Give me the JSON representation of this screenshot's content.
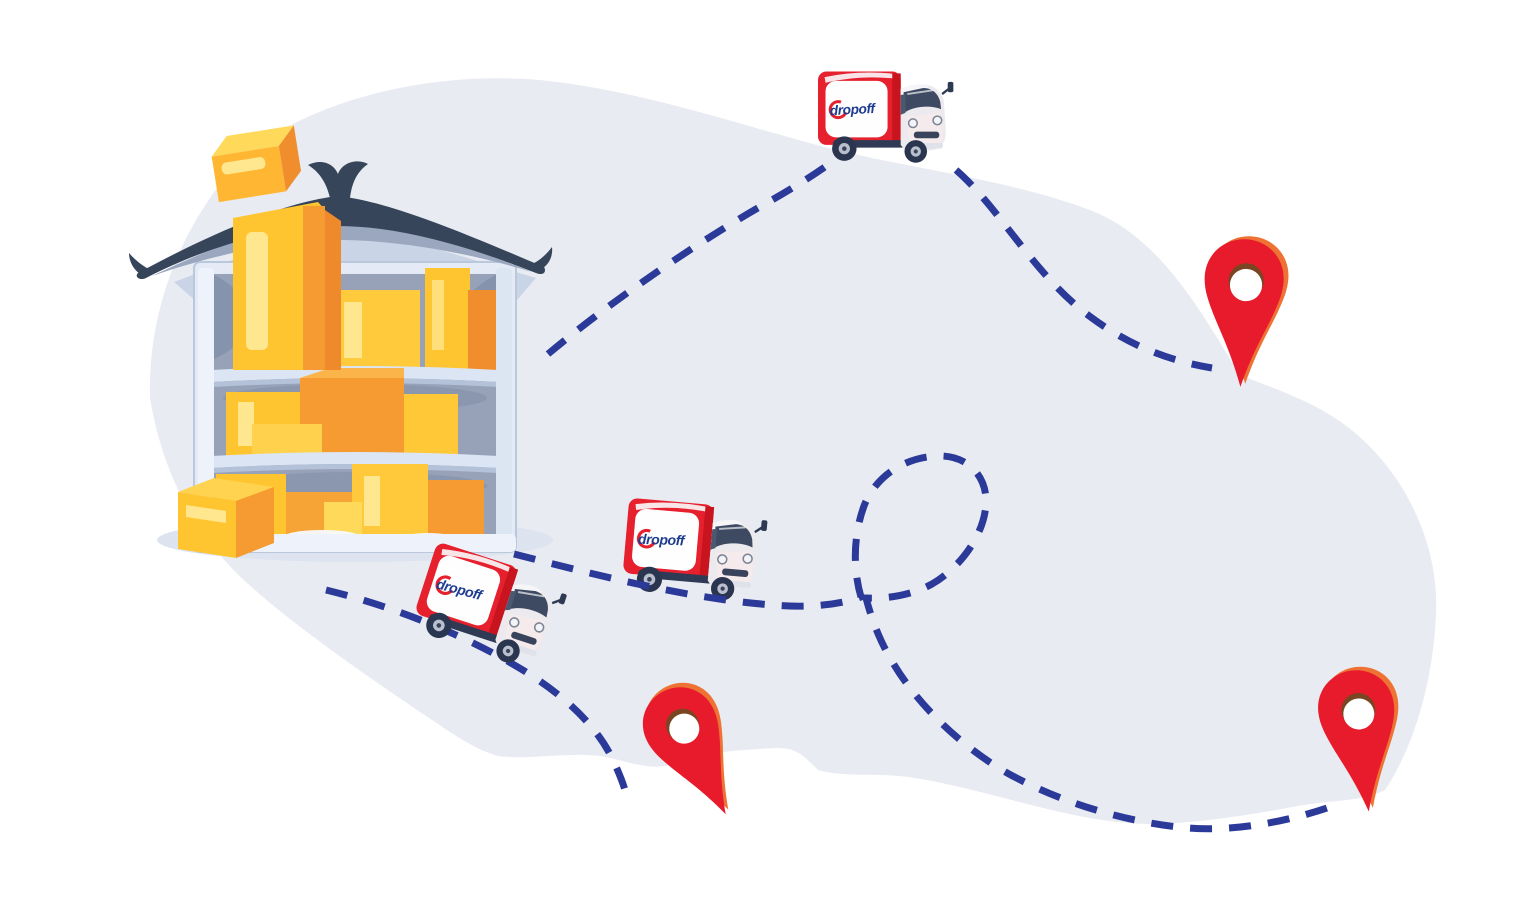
{
  "brand": {
    "logo_text": "dropoff",
    "logo_text_color": "#1d3c8f",
    "logo_ring_color": "#e6202d"
  },
  "palette": {
    "page_background": "#ffffff",
    "map_blob": "#e9ebf2",
    "route_dash_blue": "#2b3a99",
    "truck_red": "#e6202d",
    "truck_red_dark": "#c8141f",
    "pin_red": "#e81b2c",
    "pin_rim_orange": "#ee7233",
    "box_yellow": "#ffc531",
    "box_orange": "#f59b31",
    "roof_slate": "#36455a",
    "warehouse_wall": "#e4ebf6",
    "warehouse_interior": "#97a2b8",
    "ground_shadow": "#dde3ef"
  },
  "icons": {
    "warehouse": "warehouse-full-of-packages",
    "trucks": [
      "delivery-truck-top",
      "delivery-truck-middle",
      "delivery-truck-bottom-left"
    ],
    "pins": [
      "map-pin-right",
      "map-pin-bottom-center",
      "map-pin-bottom-right"
    ],
    "routes": [
      "route-warehouse-to-top-truck",
      "route-top-truck-to-right-pin",
      "route-left-to-bottom-center-pin",
      "route-middle-truck-loop-to-bottom-right-pin"
    ]
  }
}
